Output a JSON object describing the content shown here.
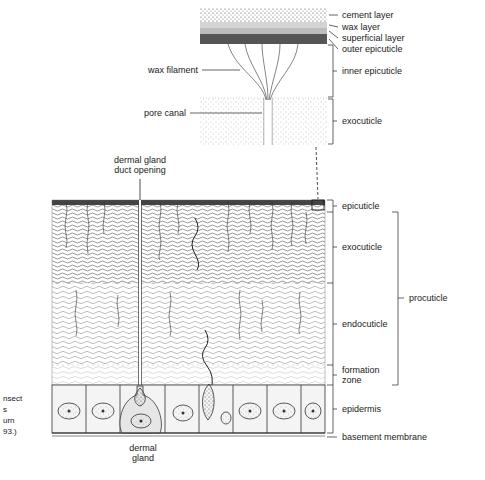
{
  "diagram": {
    "labels": [
      "cement layer",
      "wax layer",
      "superficial layer",
      "outer epicuticle",
      "wax filament",
      "inner epicuticle",
      "pore canal",
      "exocuticle",
      "dermal gland duct opening",
      "epicuticle",
      "exocuticle",
      "procuticle",
      "endocuticle",
      "formation zone",
      "epidermis",
      "basement membrane",
      "dermal gland",
      "nsect",
      "s",
      "urn",
      "93.)"
    ]
  }
}
